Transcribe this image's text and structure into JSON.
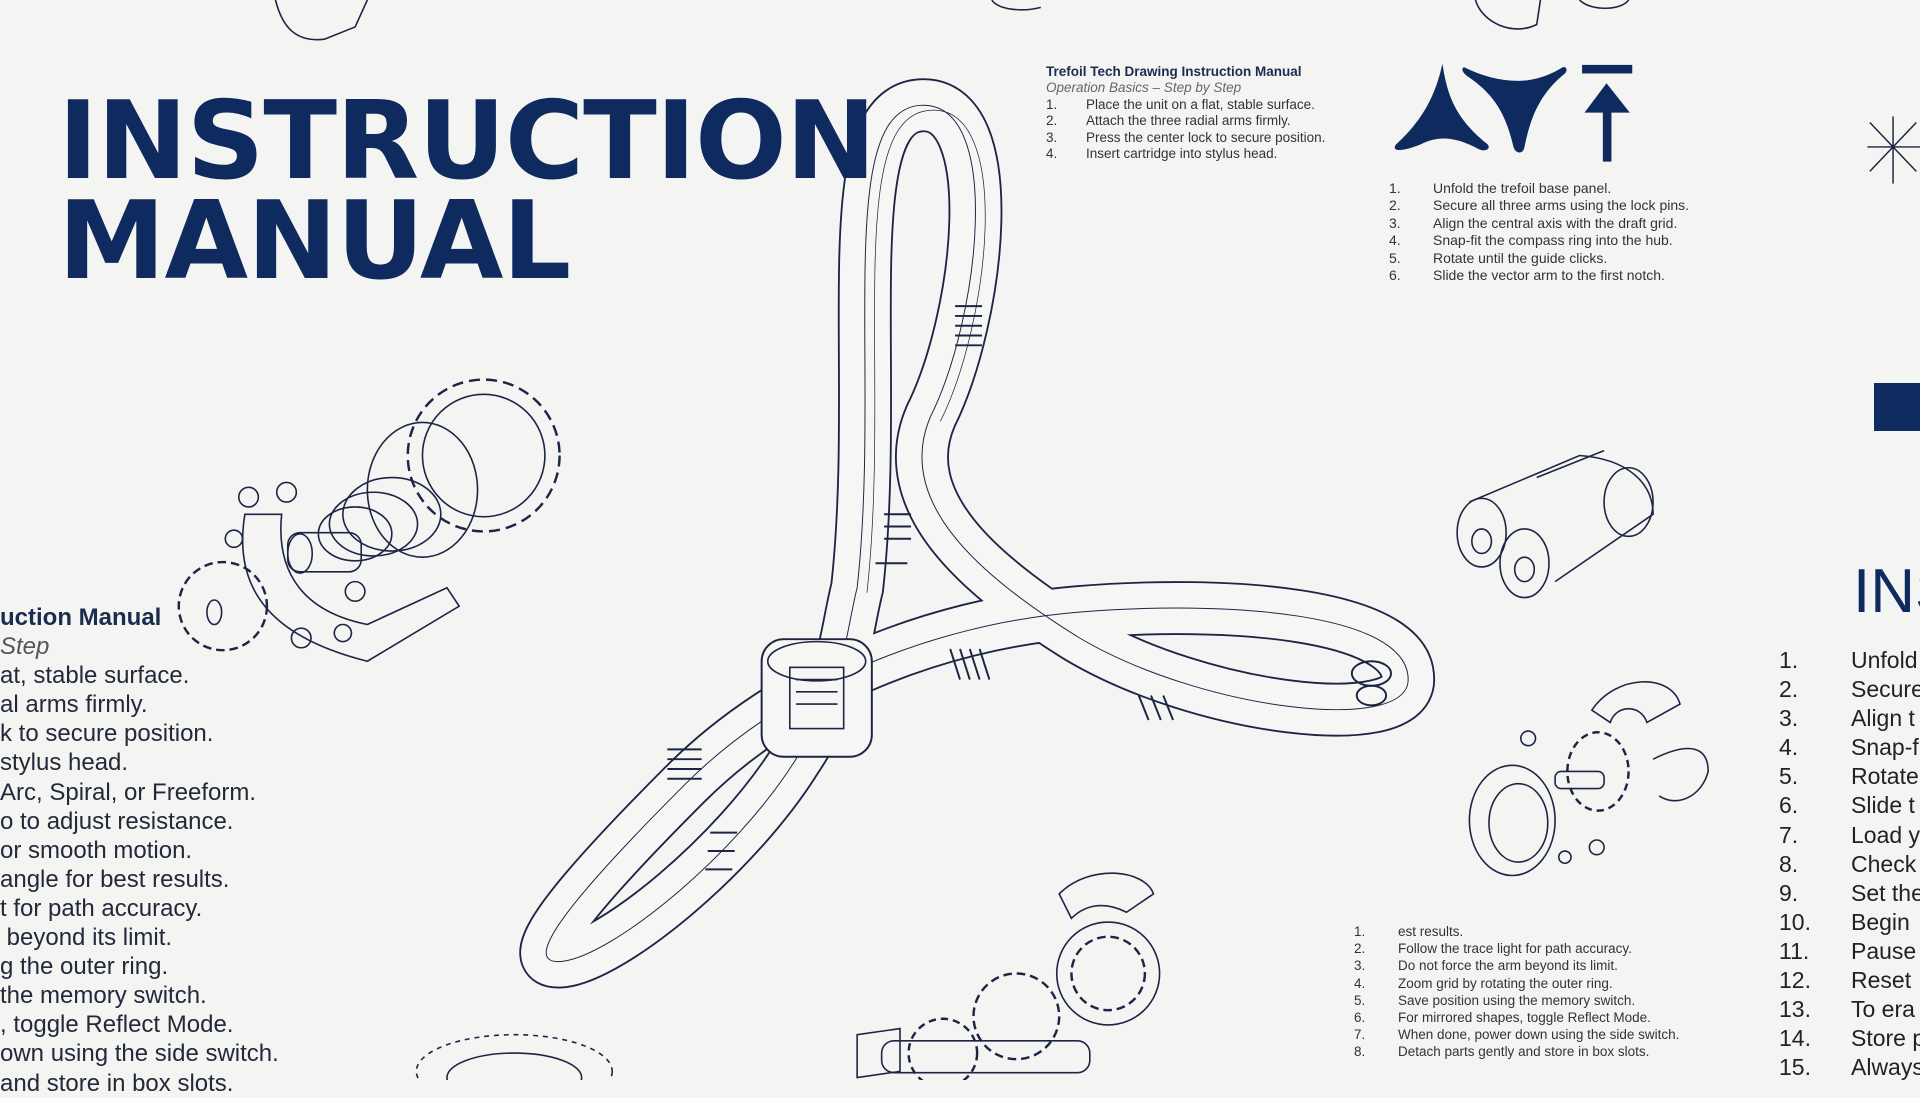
{
  "poster": {
    "title_line1": "INSTRUCTION",
    "title_line2": "MANUAL",
    "colors": {
      "navy": "#0f2a5e",
      "paper": "#f4f4f3",
      "ink": "#1a2440"
    }
  },
  "left_panel": {
    "heading": "uction Manual",
    "subheading": "Step",
    "lines": [
      "at, stable surface.",
      "al arms firmly.",
      "k to secure position.",
      "stylus head.",
      "Arc, Spiral, or Freeform.",
      "o to adjust resistance.",
      "or smooth motion.",
      "angle for best results.",
      "t for path accuracy.",
      " beyond its limit.",
      "g the outer ring.",
      "the memory switch.",
      ", toggle Reflect Mode.",
      "own using the side switch.",
      "and store in box slots."
    ]
  },
  "top_block": {
    "heading": "Trefoil Tech Drawing Instruction Manual",
    "subheading": "Operation Basics – Step by Step",
    "items": [
      {
        "n": "1.",
        "text": "Place the unit on a flat, stable surface."
      },
      {
        "n": "2.",
        "text": "Attach the three radial arms firmly."
      },
      {
        "n": "3.",
        "text": "Press the center lock to secure position."
      },
      {
        "n": "4.",
        "text": "Insert cartridge into stylus head."
      }
    ]
  },
  "icons": [
    "tripod-star-icon",
    "y-arrow-icon",
    "upload-arrow-icon"
  ],
  "right_list": {
    "items": [
      {
        "n": "1.",
        "text": "Unfold the trefoil base panel."
      },
      {
        "n": "2.",
        "text": "Secure all three arms using the lock pins."
      },
      {
        "n": "3.",
        "text": "Align the central axis with the draft grid."
      },
      {
        "n": "4.",
        "text": "Snap-fit the compass ring into the hub."
      },
      {
        "n": "5.",
        "text": "Rotate until the guide clicks."
      },
      {
        "n": "6.",
        "text": "Slide the vector arm to the first notch."
      }
    ]
  },
  "bottom_list": {
    "items": [
      {
        "n": "1.",
        "text": "est results."
      },
      {
        "n": "2.",
        "text": "Follow the trace light for path accuracy."
      },
      {
        "n": "3.",
        "text": "Do not force the arm beyond its limit."
      },
      {
        "n": "4.",
        "text": "Zoom grid by rotating the outer ring."
      },
      {
        "n": "5.",
        "text": "Save position using the memory switch."
      },
      {
        "n": "6.",
        "text": "For mirrored shapes, toggle Reflect Mode."
      },
      {
        "n": "7.",
        "text": "When done, power down using the side switch."
      },
      {
        "n": "8.",
        "text": "Detach parts gently and store in box slots."
      }
    ]
  },
  "far_right": {
    "heading": "INS",
    "items": [
      {
        "n": "1.",
        "text": "Unfold"
      },
      {
        "n": "2.",
        "text": "Secure"
      },
      {
        "n": "3.",
        "text": "Align t"
      },
      {
        "n": "4.",
        "text": "Snap-f"
      },
      {
        "n": "5.",
        "text": "Rotate"
      },
      {
        "n": "6.",
        "text": "Slide t"
      },
      {
        "n": "7.",
        "text": "Load y"
      },
      {
        "n": "8.",
        "text": "Check"
      },
      {
        "n": "9.",
        "text": "Set the"
      },
      {
        "n": "10.",
        "text": "Begin"
      },
      {
        "n": "11.",
        "text": "Pause"
      },
      {
        "n": "12.",
        "text": "Reset"
      },
      {
        "n": "13.",
        "text": "To era"
      },
      {
        "n": "14.",
        "text": "Store p"
      },
      {
        "n": "15.",
        "text": "Always"
      }
    ]
  }
}
